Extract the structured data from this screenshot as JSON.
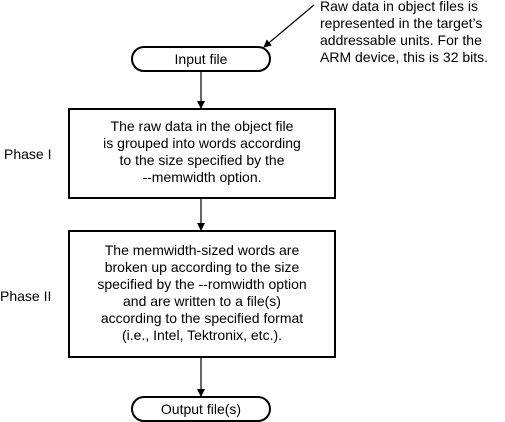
{
  "annotation": "Raw data in object files is\nrepresented in the target’s\naddressable units. For the\nARM device, this is 32 bits.",
  "nodes": {
    "input": "Input file",
    "output": "Output file(s)"
  },
  "phases": [
    {
      "label": "Phase I",
      "text": "The raw data in the object file\nis grouped into words according\nto the size specified by the\n--memwidth option."
    },
    {
      "label": "Phase II",
      "text": "The memwidth-sized words are\nbroken up according to the size\nspecified by the --romwidth option\nand are written to a file(s)\naccording to the specified format\n(i.e., Intel, Tektronix, etc.)."
    }
  ]
}
